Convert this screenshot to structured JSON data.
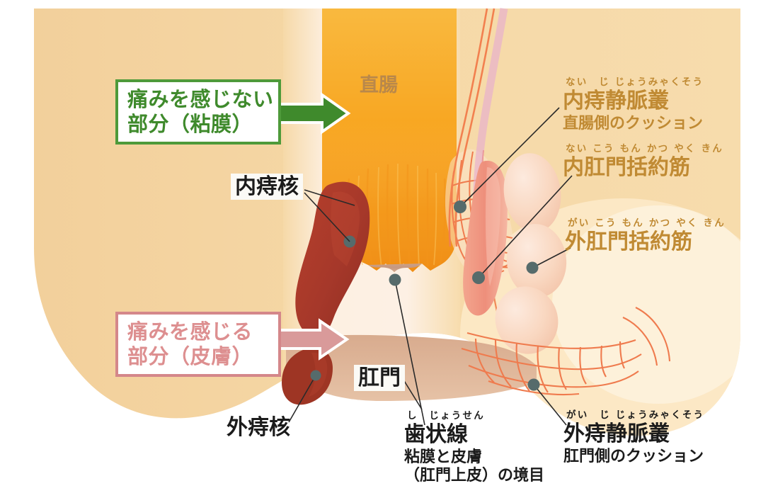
{
  "diagram": {
    "title_subject": "anal-canal-cross-section",
    "colors": {
      "body_fill": "#f5d6a0",
      "rectum_lumen": "#f6a625",
      "internal_hemorrhoid": "#a8392a",
      "external_hemorrhoid": "#9e3524",
      "anoderm": "#c49982",
      "vein_plexus": "#ef7b4e",
      "internal_sphincter": "#f09a86",
      "external_sphincter": "#f8d8c4",
      "green_accent": "#4e9a3a",
      "pink_accent": "#d4878a",
      "brown_text": "#c08a33",
      "black_text": "#1b1b1b",
      "dot_marker": "#566b6b"
    }
  },
  "callouts": {
    "green": {
      "line1": "痛みを感じない",
      "line2": "部分（粘膜）",
      "arrow": "right-arrow"
    },
    "pink": {
      "line1": "痛みを感じる",
      "line2": "部分（皮膚）",
      "arrow": "right-arrow"
    }
  },
  "labels": {
    "rectum": {
      "text": "直腸"
    },
    "internal_hemorrhoid": {
      "text": "内痔核"
    },
    "external_hemorrhoid": {
      "text": "外痔核"
    },
    "anus": {
      "text": "肛門"
    },
    "dentate_line": {
      "furigana": "し　じょうせん",
      "text": "歯状線",
      "sub1": "粘膜と皮膚",
      "sub2": "（肛門上皮）の境目"
    },
    "internal_venous_plexus": {
      "furigana": "ない　じ じょうみゃくそう",
      "text": "内痔静脈叢",
      "sub": "直腸側のクッション"
    },
    "internal_sphincter": {
      "furigana": "ない こう もん かつ やく きん",
      "text": "内肛門括約筋"
    },
    "external_sphincter": {
      "furigana": "がい こう もん かつ やく きん",
      "text": "外肛門括約筋"
    },
    "external_venous_plexus": {
      "furigana": "がい　じ じょうみゃくそう",
      "text": "外痔静脈叢",
      "sub": "肛門側のクッション"
    }
  }
}
